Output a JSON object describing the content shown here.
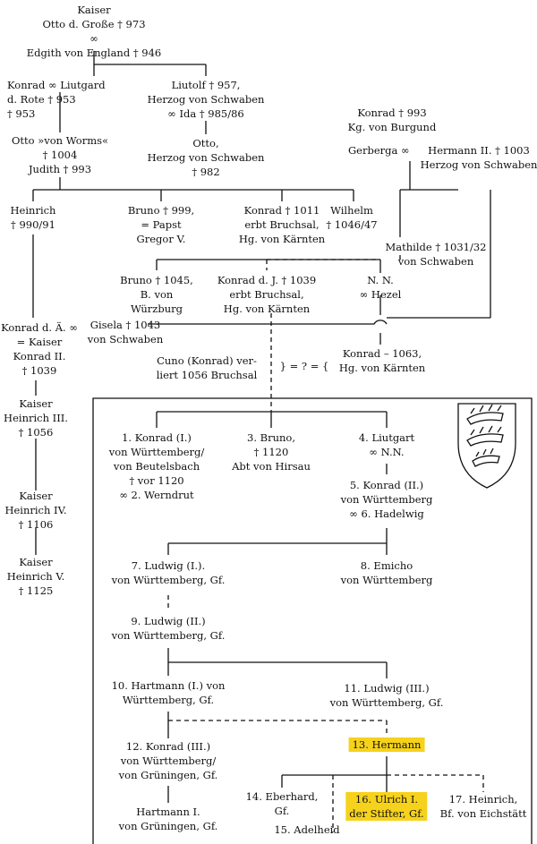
{
  "persons": {
    "otto": [
      "Kaiser",
      "Otto d. Große † 973",
      "∞",
      "Edgith von England † 946"
    ],
    "konrad_rote": [
      "Konrad  ∞  Liutgard",
      "d. Rote        † 953",
      "† 953"
    ],
    "liutolf": [
      "Liutolf † 957,",
      "Herzog von Schwaben",
      "∞ Ida † 985/86"
    ],
    "otto_worms": [
      "Otto »von Worms«",
      "† 1004",
      "Judith † 993"
    ],
    "otto_schwaben": [
      "Otto,",
      "Herzog von Schwaben",
      "† 982"
    ],
    "konrad_burgund": [
      "Konrad † 993",
      "Kg. von Burgund"
    ],
    "gerberga": [
      "Gerberga  ∞"
    ],
    "hermann2": [
      "Hermann II. † 1003",
      "Herzog von Schwaben"
    ],
    "heinrich": [
      "Heinrich",
      "† 990/91"
    ],
    "bruno999": [
      "Bruno † 999,",
      "= Papst",
      "Gregor V."
    ],
    "konrad1011": [
      "Konrad † 1011",
      "erbt Bruchsal,",
      "Hg. von Kärnten"
    ],
    "wilhelm": [
      "Wilhelm",
      "† 1046/47"
    ],
    "mathilde": [
      "Mathilde † 1031/32",
      "von Schwaben"
    ],
    "bruno1045": [
      "Bruno † 1045,",
      "B. von",
      "Würzburg"
    ],
    "konrad_dj": [
      "Konrad d. J. † 1039",
      "erbt Bruchsal,",
      "Hg. von Kärnten"
    ],
    "nn_hezel": [
      "N. N.",
      "∞ Hezel"
    ],
    "konrad_da": [
      "Konrad d. Ä.  ∞",
      "= Kaiser",
      "Konrad II.",
      "† 1039"
    ],
    "gisela": [
      "Gisela † 1043",
      "von Schwaben"
    ],
    "konrad1063": [
      "Konrad – 1063,",
      "Hg. von Kärnten"
    ],
    "cuno": [
      "Cuno (Konrad) ver-",
      "liert 1056 Bruchsal"
    ],
    "equals": [
      "} = ? = {"
    ],
    "heinrich3": [
      "Kaiser",
      "Heinrich III.",
      "† 1056"
    ],
    "heinrich4": [
      "Kaiser",
      "Heinrich IV.",
      "† 1106"
    ],
    "heinrich5": [
      "Kaiser",
      "Heinrich V.",
      "† 1125"
    ],
    "p1": [
      "1. Konrad (I.)",
      "von Württemberg/",
      "von Beutelsbach",
      "† vor 1120",
      "∞ 2. Werndrut"
    ],
    "p3": [
      "3. Bruno,",
      "† 1120",
      "Abt von Hirsau"
    ],
    "p4": [
      "4. Liutgart",
      "∞ N.N."
    ],
    "p5": [
      "5. Konrad (II.)",
      "von Württemberg",
      "∞ 6. Hadelwig"
    ],
    "p7": [
      "7. Ludwig (I.).",
      "von Württemberg, Gf."
    ],
    "p8": [
      "8. Emicho",
      "von Württemberg"
    ],
    "p9": [
      "9. Ludwig (II.)",
      "von Württemberg, Gf."
    ],
    "p10": [
      "10. Hartmann (I.) von",
      "Württemberg, Gf."
    ],
    "p11": [
      "11. Ludwig (III.)",
      "von Württemberg, Gf."
    ],
    "p12": [
      "12. Konrad (III.)",
      "von Württemberg/",
      "von Grüningen, Gf."
    ],
    "p13": [
      "13. Hermann"
    ],
    "hartmann_gr": [
      "Hartmann I.",
      "von Grüningen, Gf."
    ],
    "p14": [
      "14. Eberhard,",
      "Gf."
    ],
    "p15": [
      "15. Adelheid"
    ],
    "p16": [
      "16. Ulrich I.",
      "der Stifter, Gf."
    ],
    "p17": [
      "17. Heinrich,",
      "Bf. von Eichstätt"
    ]
  },
  "colors": {
    "frame": "#f5c518",
    "highlight": "#f6d21c",
    "crest_fill": "#f5c518",
    "antler": "#111111"
  },
  "icons": {
    "crest": "wuerttemberg-coat-of-arms-icon"
  }
}
